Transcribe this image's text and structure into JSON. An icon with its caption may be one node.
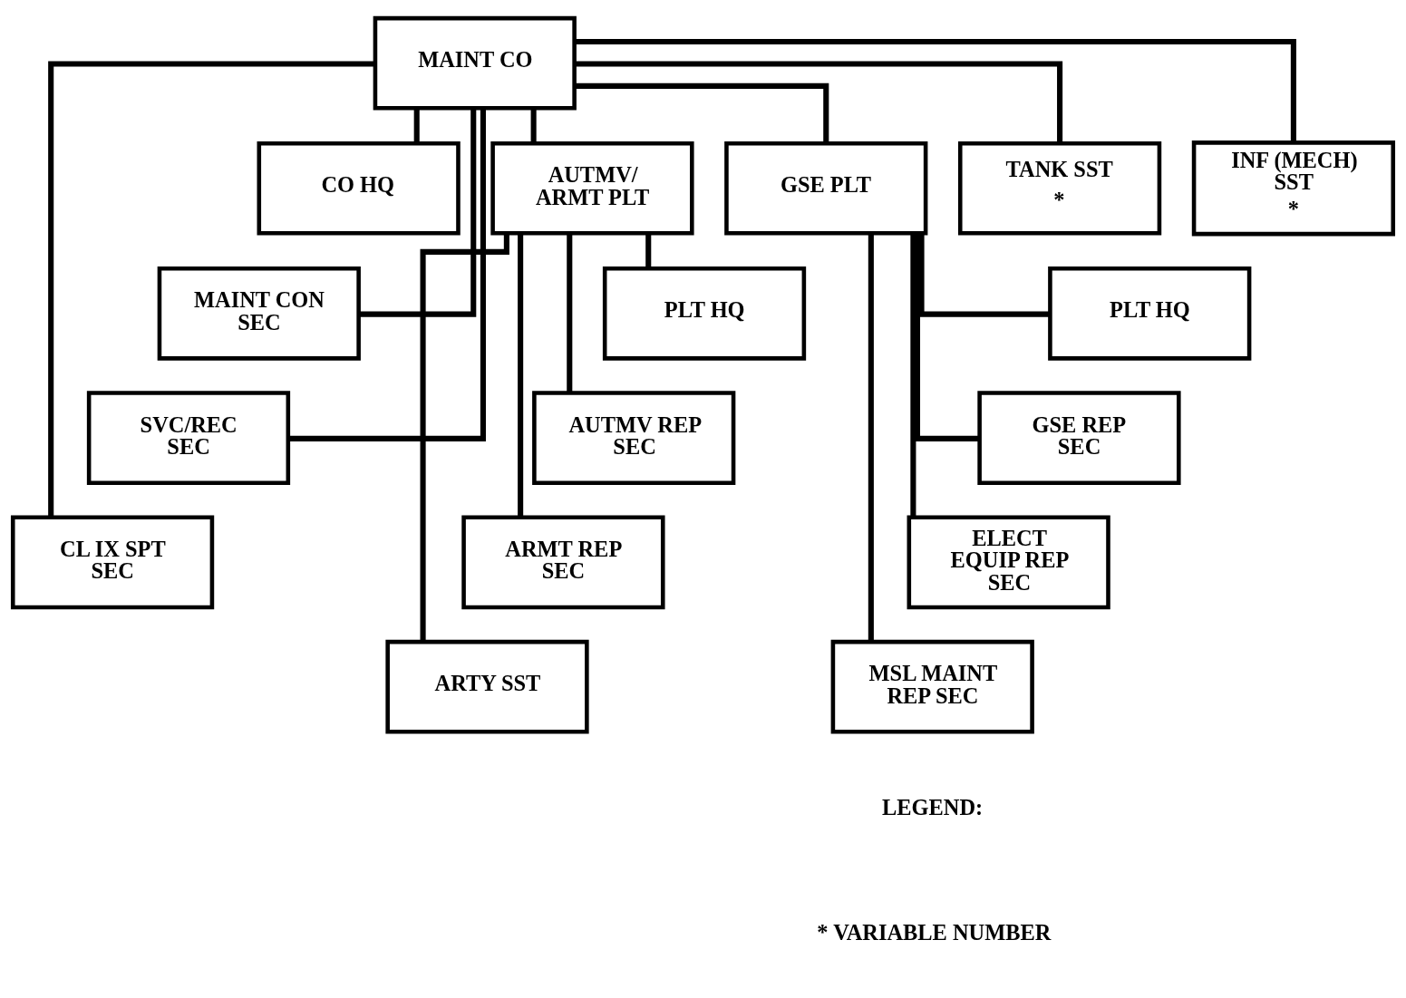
{
  "diagram": {
    "nodes": [
      {
        "text": [
          "MAINT CO"
        ]
      },
      {
        "text": [
          "CO HQ"
        ]
      },
      {
        "text": [
          "AUTMV/ ARMT PLT"
        ]
      },
      {
        "text": [
          "GSE PLT"
        ]
      },
      {
        "text": [
          "TANK SST",
          "*"
        ]
      },
      {
        "text": [
          "INF (MECH) SST",
          "*"
        ]
      },
      {
        "text": [
          "MAINT CON SEC"
        ]
      },
      {
        "text": [
          "SVC/REC SEC"
        ]
      },
      {
        "text": [
          "CL IX SPT SEC"
        ]
      },
      {
        "text": [
          "PLT HQ"
        ]
      },
      {
        "text": [
          "AUTMV REP SEC"
        ]
      },
      {
        "text": [
          "ARMT REP SEC"
        ]
      },
      {
        "text": [
          "ARTY SST"
        ]
      },
      {
        "text": [
          "PLT HQ"
        ]
      },
      {
        "text": [
          "GSE REP SEC"
        ]
      },
      {
        "text": [
          "ELECT EQUIP REP SEC"
        ]
      },
      {
        "text": [
          "MSL MAINT REP SEC"
        ]
      }
    ],
    "edges": [
      {
        "from": 0,
        "to": 1,
        "arrow": "none"
      },
      {
        "from": 0,
        "to": 6,
        "arrow": "none"
      },
      {
        "from": 0,
        "to": 7,
        "arrow": "none"
      },
      {
        "from": 0,
        "to": 8,
        "arrow": "none"
      },
      {
        "from": 0,
        "to": 2,
        "arrow": "none"
      },
      {
        "from": 0,
        "to": 3,
        "arrow": "none"
      },
      {
        "from": 0,
        "to": 4,
        "arrow": "none"
      },
      {
        "from": 0,
        "to": 5,
        "arrow": "none"
      },
      {
        "from": 2,
        "to": 9,
        "arrow": "none"
      },
      {
        "from": 2,
        "to": 10,
        "arrow": "none"
      },
      {
        "from": 2,
        "to": 11,
        "arrow": "none"
      },
      {
        "from": 2,
        "to": 12,
        "arrow": "none"
      },
      {
        "from": 3,
        "to": 13,
        "arrow": "none"
      },
      {
        "from": 3,
        "to": 14,
        "arrow": "none"
      },
      {
        "from": 3,
        "to": 15,
        "arrow": "none"
      },
      {
        "from": 3,
        "to": 16,
        "arrow": "none"
      }
    ],
    "labels": [
      "LEGEND:",
      "* VARIABLE NUMBER"
    ]
  }
}
